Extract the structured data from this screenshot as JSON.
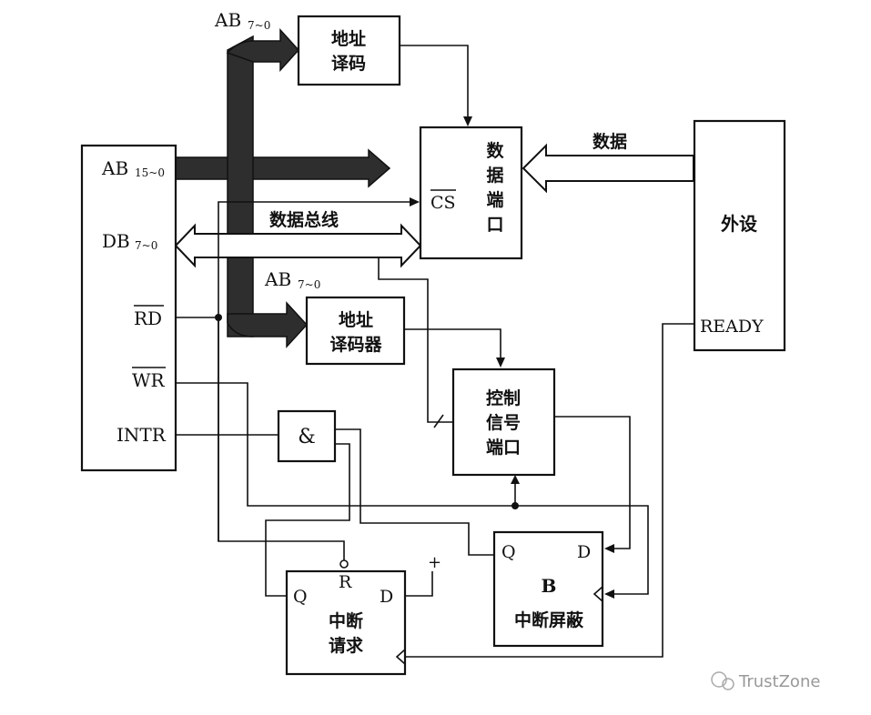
{
  "cpu": {
    "ab": "AB",
    "ab_sub": "15~0",
    "db": "DB",
    "db_sub": "7~0",
    "rd": "RD",
    "wr": "WR",
    "intr": "INTR"
  },
  "buses": {
    "ab_top": "AB",
    "ab_top_sub": "7~0",
    "ab_mid": "AB",
    "ab_mid_sub": "7~0",
    "data_bus": "数据总线",
    "data": "数据"
  },
  "addr_decode_top": [
    "地址",
    "译码"
  ],
  "addr_decoder_mid": [
    "地址",
    "译码器"
  ],
  "data_port": {
    "cs": "CS",
    "label": [
      "数",
      "据",
      "端",
      "口"
    ]
  },
  "peripheral": {
    "label": "外设",
    "ready": "READY"
  },
  "control_port": [
    "控制",
    "信号",
    "端口"
  ],
  "and_gate": "&",
  "interrupt_request": {
    "q": "Q",
    "r": "R",
    "d": "D",
    "plus": "+",
    "label": [
      "中断",
      "请求"
    ]
  },
  "interrupt_mask": {
    "q": "Q",
    "d": "D",
    "b": "B",
    "label": "中断屏蔽"
  },
  "watermark": "TrustZone"
}
